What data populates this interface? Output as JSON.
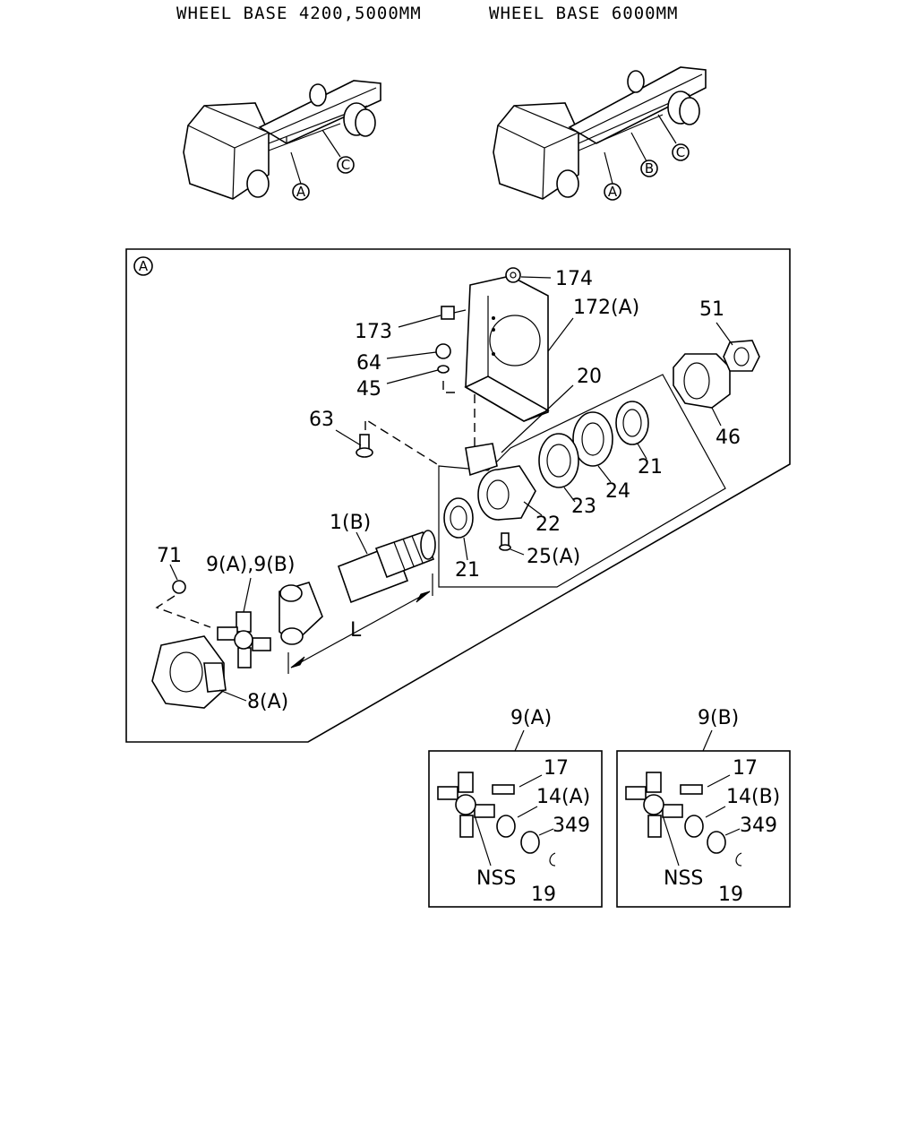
{
  "header": {
    "left_title": "WHEEL BASE 4200,5000MM",
    "right_title": "WHEEL BASE 6000MM"
  },
  "trucks": {
    "left": {
      "callouts": [
        "A",
        "C"
      ]
    },
    "right": {
      "callouts": [
        "A",
        "B",
        "C"
      ]
    }
  },
  "main_panel": {
    "marker": "A",
    "parts": {
      "p174": "174",
      "p172": "172(A)",
      "p51": "51",
      "p173": "173",
      "p64": "64",
      "p45": "45",
      "p20": "20",
      "p63": "63",
      "p46": "46",
      "p21a": "21",
      "p24": "24",
      "p23": "23",
      "p22": "22",
      "p1": "1(B)",
      "p25": "25(A)",
      "p21b": "21",
      "p71": "71",
      "p9": "9(A),9(B)",
      "pL": "L",
      "p8": "8(A)"
    }
  },
  "detail_a": {
    "title": "9(A)",
    "parts": {
      "p17": "17",
      "p14": "14(A)",
      "p349": "349",
      "nss": "NSS",
      "p19": "19"
    }
  },
  "detail_b": {
    "title": "9(B)",
    "parts": {
      "p17": "17",
      "p14": "14(B)",
      "p349": "349",
      "nss": "NSS",
      "p19": "19"
    }
  }
}
